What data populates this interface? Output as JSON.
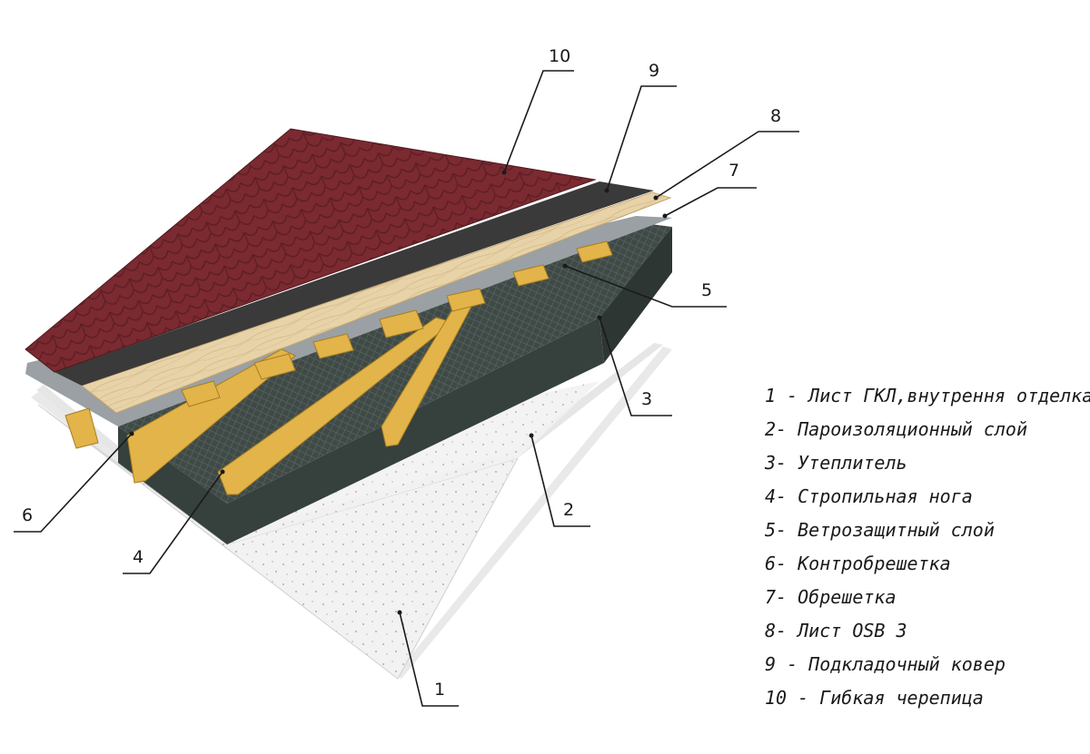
{
  "callouts": [
    {
      "id": "10",
      "label": "10"
    },
    {
      "id": "9",
      "label": "9"
    },
    {
      "id": "8",
      "label": "8"
    },
    {
      "id": "7",
      "label": "7"
    },
    {
      "id": "5",
      "label": "5"
    },
    {
      "id": "3",
      "label": "3"
    },
    {
      "id": "2",
      "label": "2"
    },
    {
      "id": "1",
      "label": "1"
    },
    {
      "id": "4",
      "label": "4"
    },
    {
      "id": "6",
      "label": "6"
    }
  ],
  "legend": [
    "1 - Лист ГКЛ,внутрення отделка",
    "2- Пароизоляционный слой",
    "3- Утеплитель",
    "4- Стропильная нога",
    "5- Ветрозащитный слой",
    "6- Контробрешетка",
    "7- Обрешетка",
    "8- Лист OSB 3",
    "9 - Подкладочный ковер",
    "10 - Гибкая черепица"
  ],
  "colors": {
    "shingle": "#7a2a30",
    "underlay": "#3a3a3a",
    "osb": "#e8d3a8",
    "lath": "#e2b44a",
    "wind": "#9aa0a4",
    "insulation": "#3f4a46",
    "vapor": "#e6e6e6",
    "gkl": "#f2f2f2"
  }
}
